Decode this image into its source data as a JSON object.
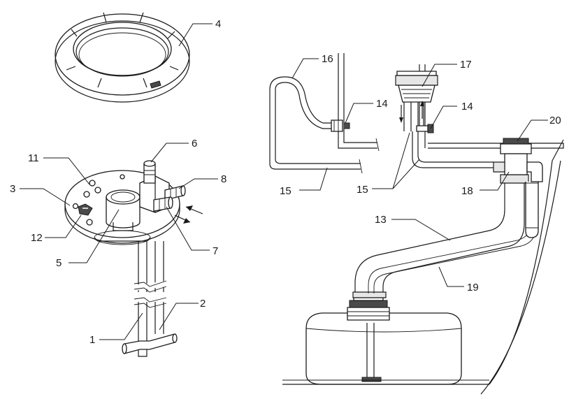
{
  "callouts": {
    "c1": "1",
    "c2": "2",
    "c3": "3",
    "c4": "4",
    "c5": "5",
    "c6": "6",
    "c7": "7",
    "c8": "8",
    "c11": "11",
    "c12": "12",
    "c13": "13",
    "c14a": "14",
    "c14b": "14",
    "c15a": "15",
    "c15b": "15",
    "c16": "16",
    "c17": "17",
    "c18": "18",
    "c19": "19",
    "c20": "20"
  },
  "colors": {
    "stroke": "#1a1a1a",
    "fill": "#ffffff",
    "shade": "#e6e6e6"
  }
}
